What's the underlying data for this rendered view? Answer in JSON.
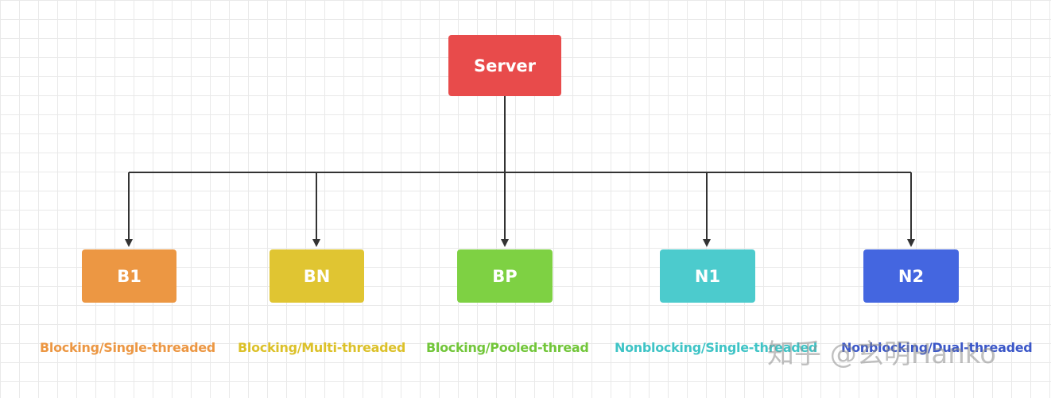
{
  "diagram": {
    "root": {
      "label": "Server",
      "color": "#e84b4b"
    },
    "children": [
      {
        "id": "b1",
        "label": "B1",
        "description": "Blocking/Single-threaded",
        "color": "#ec9743",
        "text_color": "#ec9743"
      },
      {
        "id": "bn",
        "label": "BN",
        "description": "Blocking/Multi-threaded",
        "color": "#e0c532",
        "text_color": "#dcc12a"
      },
      {
        "id": "bp",
        "label": "BP",
        "description": "Blocking/Pooled-thread",
        "color": "#7ed143",
        "text_color": "#72c63a"
      },
      {
        "id": "n1",
        "label": "N1",
        "description": "Nonblocking/Single-threaded",
        "color": "#4ccbcd",
        "text_color": "#3fc4c6"
      },
      {
        "id": "n2",
        "label": "N2",
        "description": "Nonblocking/Dual-threaded",
        "color": "#4466e0",
        "text_color": "#3b57c8"
      }
    ],
    "connector_color": "#333333"
  },
  "watermark": {
    "text": "知乎 @玄明Hanko"
  }
}
